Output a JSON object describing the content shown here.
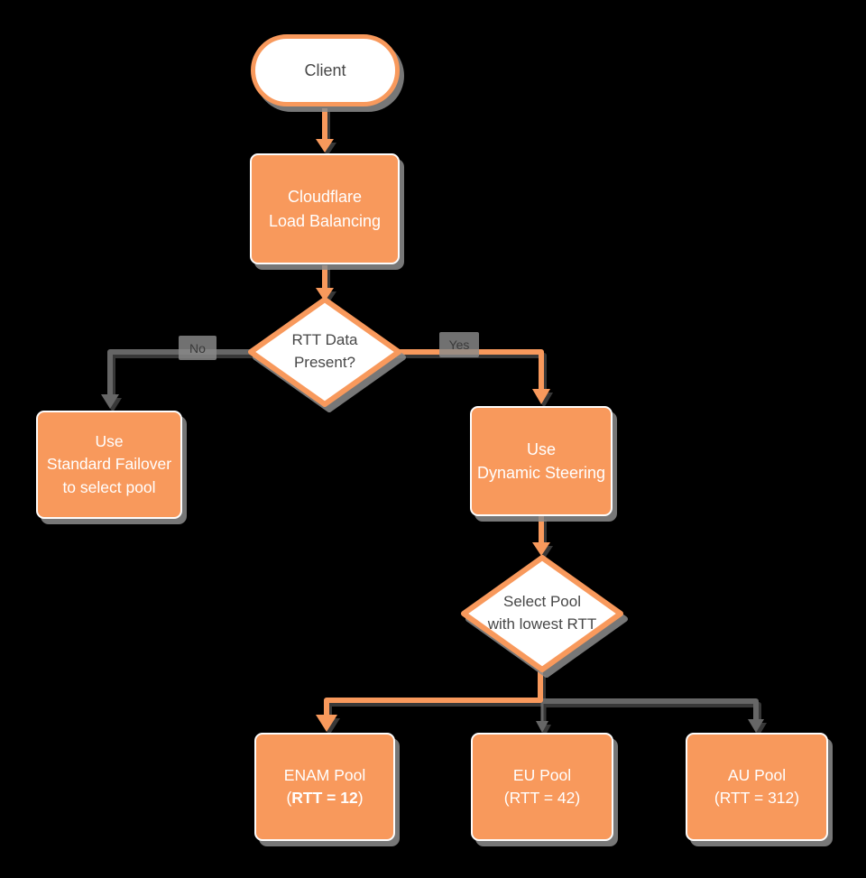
{
  "diagram": {
    "background": "#000000",
    "colors": {
      "node_orange": "#F8995C",
      "node_border_white": "#FDFDFD",
      "decision_fill": "#FFFFFF",
      "decision_border": "#F8995C",
      "edge_gray": "#666666",
      "edge_orange": "#F8995C",
      "dark_text": "#474747",
      "white_text": "#FFFFFF",
      "shadow_gray": "#8C8C8C",
      "edge_label_bg": "#8A8A8A"
    }
  },
  "nodes": {
    "client": {
      "label": "Client"
    },
    "cloudflare": {
      "line1": "Cloudflare",
      "line2": "Load Balancing"
    },
    "rtt_decision": {
      "line1": "RTT Data",
      "line2": "Present?"
    },
    "failover": {
      "line1": "Use",
      "line2": "Standard Failover",
      "line3": "to select pool"
    },
    "dynamic_steering": {
      "line1": "Use",
      "line2": "Dynamic Steering"
    },
    "select_pool_decision": {
      "line1": "Select Pool",
      "line2": "with lowest RTT"
    },
    "enam_pool": {
      "line1": "ENAM Pool",
      "line2_prefix": "(",
      "line2_bold": "RTT = 12",
      "line2_suffix": ")"
    },
    "eu_pool": {
      "line1": "EU Pool",
      "line2": "(RTT = 42)"
    },
    "au_pool": {
      "line1": "AU Pool",
      "line2": "(RTT = 312)"
    }
  },
  "edge_labels": {
    "no": "No",
    "yes": "Yes"
  }
}
